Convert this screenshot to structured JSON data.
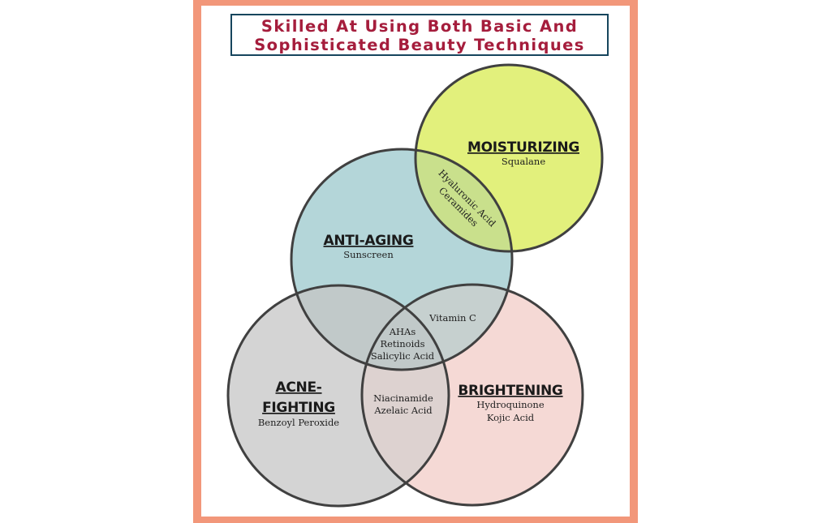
{
  "title": {
    "line1": "Skilled At Using Both Basic And",
    "line2": "Sophisticated Beauty Techniques"
  },
  "colors": {
    "frame": "#f2977a",
    "title_text": "#a51d3c",
    "title_border": "#16455d",
    "moisturizing": "#e2f07c",
    "anti_aging": "#b4d6d9",
    "acne_fighting": "#d4d4d4",
    "brightening": "#f5d9d5",
    "circle_stroke": "#404040"
  },
  "diagram": {
    "moisturizing": {
      "heading": "MOISTURIZING",
      "items": [
        "Squalane"
      ]
    },
    "anti_aging": {
      "heading": "ANTI-AGING",
      "items": [
        "Sunscreen"
      ]
    },
    "acne_fighting": {
      "heading_line1": "ACNE-",
      "heading_line2": "FIGHTING",
      "items": [
        "Benzoyl Peroxide"
      ]
    },
    "brightening": {
      "heading": "BRIGHTENING",
      "items": [
        "Hydroquinone",
        "Kojic Acid"
      ]
    },
    "overlap_moisturizing_anti_aging": [
      "Hyaluronic Acid",
      "Ceramides"
    ],
    "overlap_anti_aging_brightening": [
      "Vitamin C"
    ],
    "overlap_anti_aging_acne_fighting": [
      "AHAs",
      "Retinoids",
      "Salicylic Acid"
    ],
    "overlap_acne_fighting_brightening": [
      "Niacinamide",
      "Azelaic Acid"
    ]
  }
}
